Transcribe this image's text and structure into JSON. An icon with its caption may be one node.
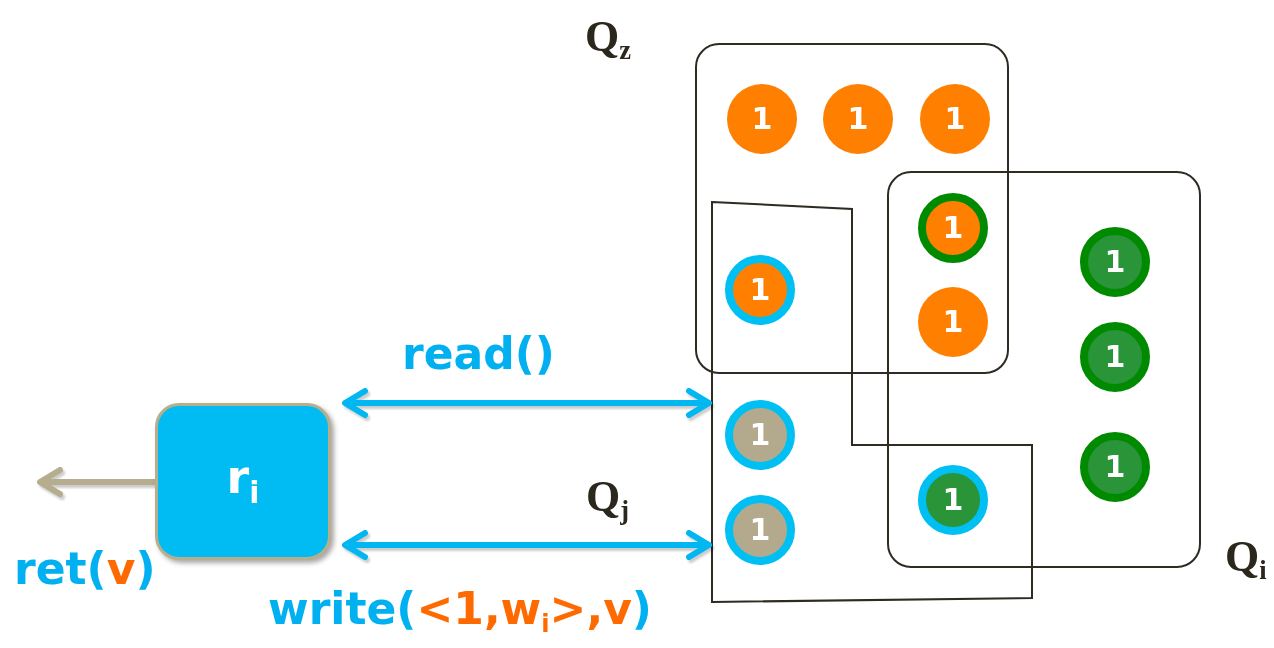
{
  "diagram": {
    "nodes": [
      {
        "text": [
          "Q$_{z}$"
        ]
      },
      {
        "text": [
          "1"
        ],
        "in": 0
      },
      {
        "text": [
          "1"
        ],
        "in": 0
      },
      {
        "text": [
          "1"
        ],
        "in": 0
      },
      {
        "text": [
          "Q$_{i}$"
        ]
      },
      {
        "text": [
          "1"
        ]
      },
      {
        "text": [
          "1"
        ],
        "in": 4
      },
      {
        "text": [
          "Q$_{j}$"
        ]
      },
      {
        "text": [
          "1"
        ]
      },
      {
        "text": [
          "1"
        ]
      },
      {
        "text": [
          "1"
        ],
        "in": 4
      },
      {
        "text": [
          "1"
        ],
        "in": 7
      },
      {
        "text": [
          "1"
        ],
        "in": 4
      },
      {
        "text": [
          "r$_{i}$"
        ]
      },
      {
        "text": [
          "1"
        ]
      },
      {
        "text": [
          "1"
        ],
        "in": 7
      }
    ],
    "edges": [
      {
        "from": 13,
        "to": 7,
        "arrow": "both",
        "label": "read()"
      },
      {
        "from": 13,
        "to": 7,
        "arrow": "both",
        "label": "write(**<1,w$_{i}$>,v**)"
      },
      {
        "from": 13,
        "to": null,
        "arrow": "to",
        "label": "ret(**v**)",
        "color": "#b5ad8e"
      }
    ]
  }
}
